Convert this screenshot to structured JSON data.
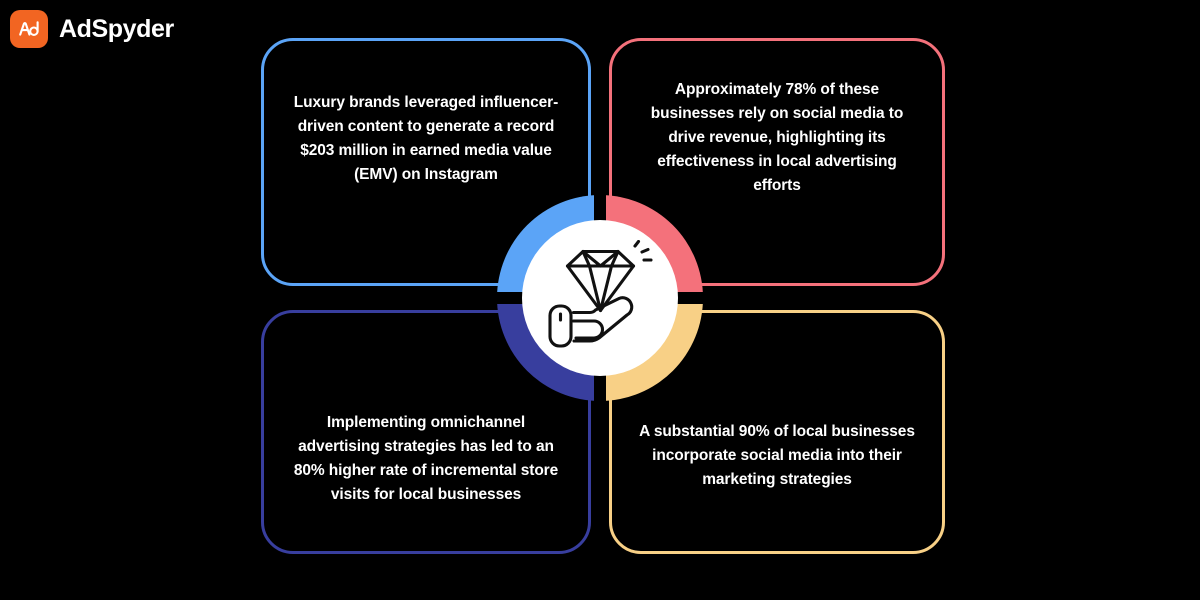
{
  "brand": {
    "name": "AdSpyder",
    "mark_icon": "adspyder-logo-icon",
    "mark_text": "Ad",
    "mark_color": "#F26522",
    "name_color": "#FFFFFF"
  },
  "background_color": "#000000",
  "center": {
    "icon": "hand-holding-diamond-icon",
    "circle_color": "#FFFFFF",
    "ring_quadrants": [
      {
        "position": "top-left",
        "color": "#5BA4F7"
      },
      {
        "position": "top-right",
        "color": "#F4717B"
      },
      {
        "position": "bottom-left",
        "color": "#383E9E"
      },
      {
        "position": "bottom-right",
        "color": "#F8D086"
      }
    ]
  },
  "cards": [
    {
      "id": "top-left",
      "accent_color": "#5BA4F7",
      "text": "Luxury brands leveraged influencer-driven content to generate a record $203 million in earned media value (EMV) on Instagram"
    },
    {
      "id": "top-right",
      "accent_color": "#F4717B",
      "text": "Approximately 78% of these businesses rely on social media to drive revenue, highlighting its effectiveness in local advertising efforts"
    },
    {
      "id": "bottom-left",
      "accent_color": "#383E9E",
      "text": "Implementing omnichannel advertising strategies has led to an 80% higher rate of incremental store visits for local businesses"
    },
    {
      "id": "bottom-right",
      "accent_color": "#F8D086",
      "text": "A substantial 90% of local businesses incorporate social media into their marketing strategies"
    }
  ]
}
